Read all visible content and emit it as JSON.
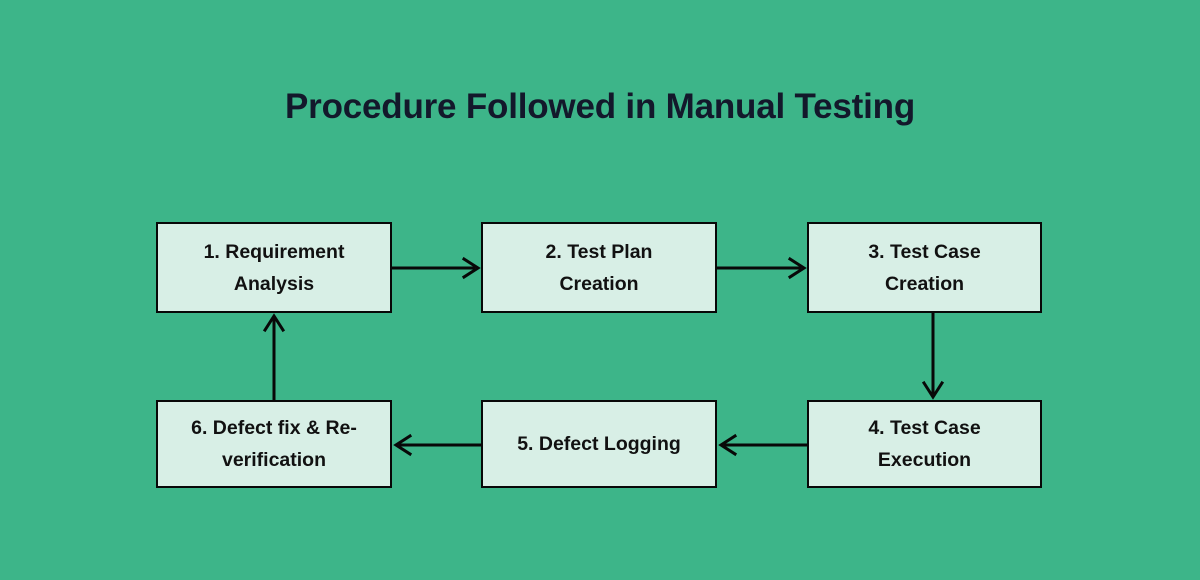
{
  "page": {
    "title": "Procedure Followed in Manual Testing",
    "background_color": "#3DB589",
    "title_color": "#13182B",
    "node_fill_color": "#D8EFE6",
    "node_border_color": "#080808",
    "node_text_color": "#111111",
    "arrow_color": "#080808"
  },
  "diagram": {
    "type": "flowchart",
    "layout": "two-row-cycle",
    "nodes": [
      {
        "id": "1",
        "number": "1.",
        "label": "1. Requirement Analysis",
        "line1": "1. Requirement",
        "line2": "Analysis",
        "row": "top",
        "column": 1
      },
      {
        "id": "2",
        "number": "2.",
        "label": "2. Test Plan Creation",
        "line1": "2. Test Plan",
        "line2": "Creation",
        "row": "top",
        "column": 2
      },
      {
        "id": "3",
        "number": "3.",
        "label": "3. Test Case Creation",
        "line1": "3. Test Case",
        "line2": "Creation",
        "row": "top",
        "column": 3
      },
      {
        "id": "4",
        "number": "4.",
        "label": "4. Test Case Execution",
        "line1": "4. Test Case",
        "line2": "Execution",
        "row": "bottom",
        "column": 3
      },
      {
        "id": "5",
        "number": "5.",
        "label": "5. Defect Logging",
        "line1": "5. Defect Logging",
        "line2": "",
        "row": "bottom",
        "column": 2
      },
      {
        "id": "6",
        "number": "6.",
        "label": "6. Defect fix & Re-verification",
        "line1": "6. Defect fix & Re-",
        "line2": "verification",
        "row": "bottom",
        "column": 1
      }
    ],
    "edges": [
      {
        "id": "1-2",
        "from": "1",
        "to": "2",
        "direction": "right",
        "label": ""
      },
      {
        "id": "2-3",
        "from": "2",
        "to": "3",
        "direction": "right",
        "label": ""
      },
      {
        "id": "3-4",
        "from": "3",
        "to": "4",
        "direction": "down",
        "label": ""
      },
      {
        "id": "4-5",
        "from": "4",
        "to": "5",
        "direction": "left",
        "label": ""
      },
      {
        "id": "5-6",
        "from": "5",
        "to": "6",
        "direction": "left",
        "label": ""
      },
      {
        "id": "6-1",
        "from": "6",
        "to": "1",
        "direction": "up",
        "label": ""
      }
    ]
  }
}
